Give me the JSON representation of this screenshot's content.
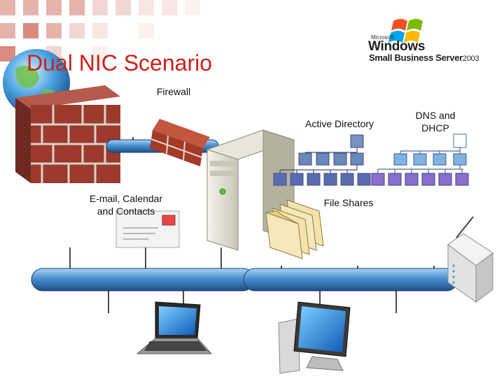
{
  "slide": {
    "title": "Dual NIC Scenario",
    "logo": {
      "microsoft": "Microsoft",
      "windows": "Windows",
      "product": "Small Business Server",
      "year": "2003"
    }
  },
  "labels": {
    "firewall": "Firewall",
    "active_directory": "Active Directory",
    "dns_dhcp_line1": "DNS and",
    "dns_dhcp_line2": "DHCP",
    "email_line1": "E-mail, Calendar",
    "email_line2": "and Contacts",
    "file_shares": "File Shares"
  },
  "icons": [
    "globe-icon",
    "brick-wall-icon",
    "firewall-icon",
    "server-icon",
    "envelope-icon",
    "folders-icon",
    "laptop-icon",
    "desktop-icon",
    "modem-icon",
    "windows-flag-icon"
  ],
  "colors": {
    "title": "#d0201a",
    "pipe": "#3d7fc0",
    "brick": "#9c3a2e",
    "ad_node": "#6a88b8",
    "dns_node": "#7fb3e0",
    "tree_purple": "#8b6fcf"
  }
}
